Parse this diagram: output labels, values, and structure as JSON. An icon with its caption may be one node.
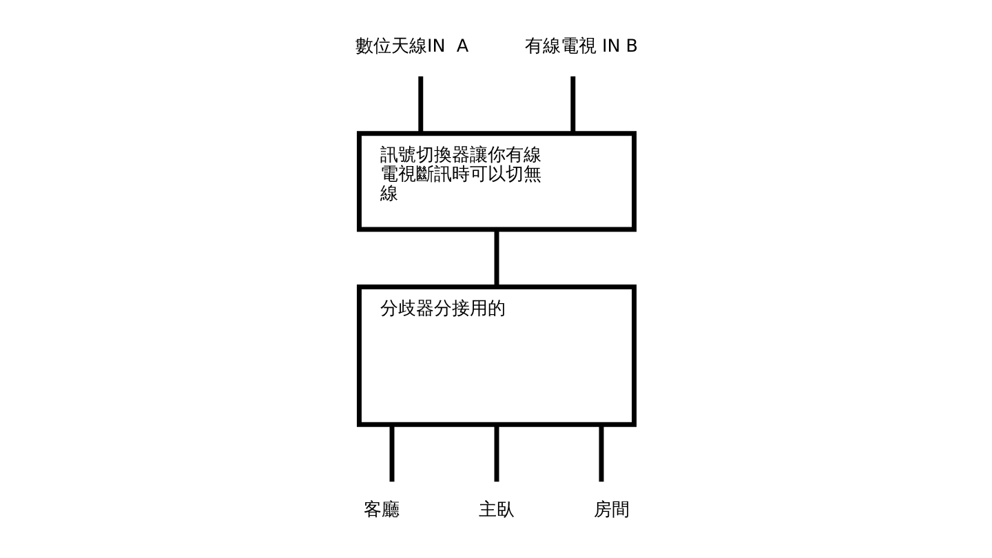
{
  "diagram": {
    "nodes": [
      {
        "text": [
          "數位天線IN  A"
        ]
      },
      {
        "text": [
          "有線電視 IN B"
        ]
      },
      {
        "text": [
          "訊號切換器讓你有線電視斷訊時可以切無線"
        ]
      },
      {
        "text": [
          "分歧器分接用的"
        ]
      },
      {
        "text": [
          "客廳"
        ]
      },
      {
        "text": [
          "主臥"
        ]
      },
      {
        "text": [
          "房間"
        ]
      }
    ],
    "edges": [
      {
        "from": 0,
        "to": 2,
        "arrow": "none"
      },
      {
        "from": 1,
        "to": 2,
        "arrow": "none"
      },
      {
        "from": 2,
        "to": 3,
        "arrow": "none"
      },
      {
        "from": 3,
        "to": 4,
        "arrow": "none"
      },
      {
        "from": 3,
        "to": 5,
        "arrow": "none"
      },
      {
        "from": 3,
        "to": 6,
        "arrow": "none"
      }
    ]
  }
}
